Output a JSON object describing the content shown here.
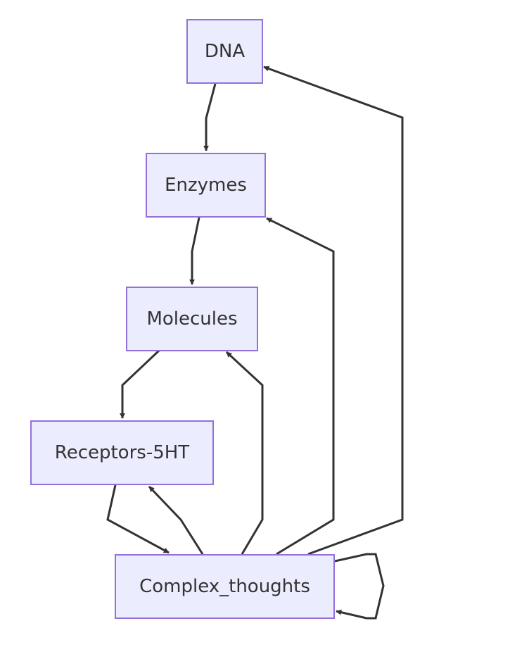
{
  "diagram": {
    "type": "flowchart",
    "direction": "TD",
    "nodes": [
      {
        "id": "DNA",
        "label": "DNA"
      },
      {
        "id": "Enzymes",
        "label": "Enzymes"
      },
      {
        "id": "Molecules",
        "label": "Molecules"
      },
      {
        "id": "Receptors",
        "label": "Receptors-5HT"
      },
      {
        "id": "Complex",
        "label": "Complex_thoughts"
      }
    ],
    "edges": [
      {
        "from": "DNA",
        "to": "Enzymes"
      },
      {
        "from": "Enzymes",
        "to": "Molecules"
      },
      {
        "from": "Molecules",
        "to": "Receptors"
      },
      {
        "from": "Receptors",
        "to": "Complex"
      },
      {
        "from": "Complex",
        "to": "Receptors"
      },
      {
        "from": "Complex",
        "to": "Molecules"
      },
      {
        "from": "Complex",
        "to": "Enzymes"
      },
      {
        "from": "Complex",
        "to": "DNA"
      },
      {
        "from": "Complex",
        "to": "Complex"
      }
    ],
    "colors": {
      "node_fill": "#ECECFF",
      "node_stroke": "#9370DB",
      "edge": "#333333",
      "text": "#333333"
    }
  }
}
